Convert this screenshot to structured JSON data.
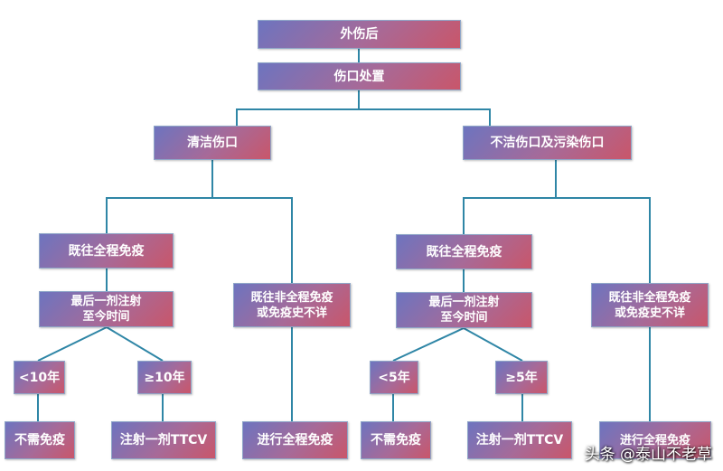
{
  "nodes": {
    "root": "外伤后",
    "wound": "伤口处置",
    "clean": "清洁伤口",
    "dirty": "不洁伤口及污染伤口",
    "clean_full": "既往全程免疫",
    "clean_last": "最后一剂注射\n至今时间",
    "clean_lt": "<10年",
    "clean_ge": "≥10年",
    "clean_no": "不需免疫",
    "clean_inject": "注射一剂TTCV",
    "clean_partial": "既往非全程免疫\n或免疫史不详",
    "clean_full_course": "进行全程免疫",
    "dirty_full": "既往全程免疫",
    "dirty_last": "最后一剂注射\n至今时间",
    "dirty_lt": "<5年",
    "dirty_ge": "≥5年",
    "dirty_no": "不需免疫",
    "dirty_inject": "注射一剂TTCV",
    "dirty_partial": "既往非全程免疫\n或免疫史不详",
    "dirty_full_course": "进行全程免疫"
  },
  "watermark": "头条 @泰山不老草",
  "colors": {
    "edge": "#2f86a6",
    "node_border": "#8fa6c8",
    "gradient_start": "#6d74bf",
    "gradient_end": "#c9566a",
    "text": "#ffffff"
  }
}
